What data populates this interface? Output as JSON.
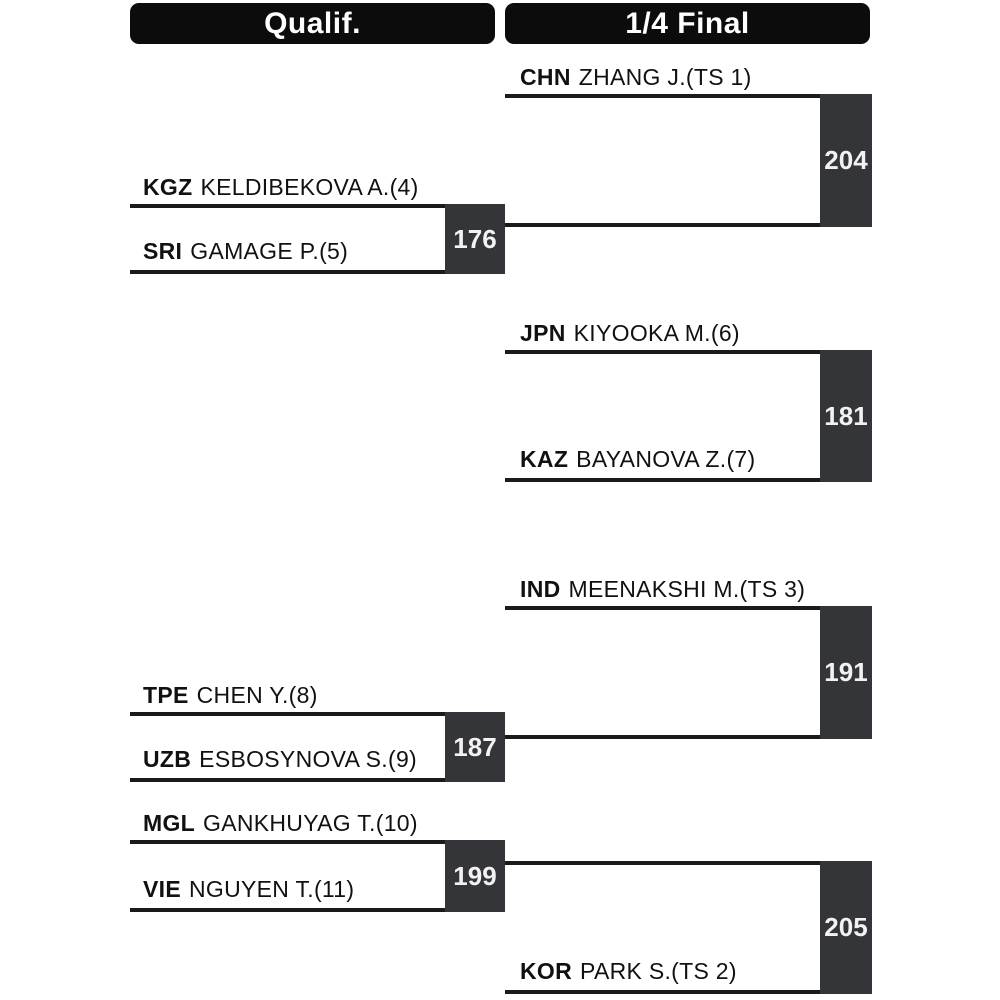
{
  "colors": {
    "header_bg": "#0c0c0c",
    "score_box_bg": "#343539",
    "line": "#1a1a1a",
    "score_text": "#f2f2f2",
    "background": "#ffffff"
  },
  "headers": {
    "qualif": "Qualif.",
    "quarterfinal": "1/4 Final"
  },
  "bracket": {
    "qualif_matches": [
      {
        "score": "176",
        "players": [
          {
            "noc": "KGZ",
            "name": "KELDIBEKOVA A.(4)"
          },
          {
            "noc": "SRI",
            "name": "GAMAGE P.(5)"
          }
        ]
      },
      {
        "score": "187",
        "players": [
          {
            "noc": "TPE",
            "name": "CHEN Y.(8)"
          },
          {
            "noc": "UZB",
            "name": "ESBOSYNOVA S.(9)"
          }
        ]
      },
      {
        "score": "199",
        "players": [
          {
            "noc": "MGL",
            "name": "GANKHUYAG T.(10)"
          },
          {
            "noc": "VIE",
            "name": "NGUYEN T.(11)"
          }
        ]
      }
    ],
    "quarterfinal_matches": [
      {
        "score": "204",
        "players": [
          {
            "noc": "CHN",
            "name": "ZHANG J.(TS 1)"
          }
        ]
      },
      {
        "score": "181",
        "players": [
          {
            "noc": "JPN",
            "name": "KIYOOKA M.(6)"
          },
          {
            "noc": "KAZ",
            "name": "BAYANOVA Z.(7)"
          }
        ]
      },
      {
        "score": "191",
        "players": [
          {
            "noc": "IND",
            "name": "MEENAKSHI M.(TS 3)"
          }
        ]
      },
      {
        "score": "205",
        "players": [
          {
            "noc": "KOR",
            "name": "PARK S.(TS 2)"
          }
        ]
      }
    ]
  }
}
